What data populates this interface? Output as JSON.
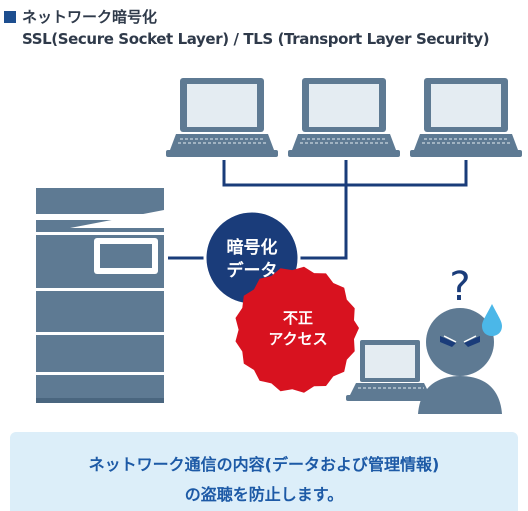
{
  "header": {
    "title": "ネットワーク暗号化",
    "subtitle": "SSL(Secure Socket Layer) / TLS (Transport Layer Security)"
  },
  "diagram": {
    "encrypted_bubble": {
      "line1": "暗号化",
      "line2": "データ"
    },
    "attack_badge": {
      "line1": "不正",
      "line2": "アクセス"
    },
    "question_mark": "?"
  },
  "note": {
    "line1": "ネットワーク通信の内容(データおよび管理情報)",
    "line2": "の盗聴を防止します。"
  },
  "colors": {
    "navy": "#1a3c7a",
    "gray": "#5e7a93",
    "light_gray": "#e4ecf2",
    "red": "#d8121f",
    "note_bg": "#dceef9",
    "note_text": "#1d5aa6"
  }
}
